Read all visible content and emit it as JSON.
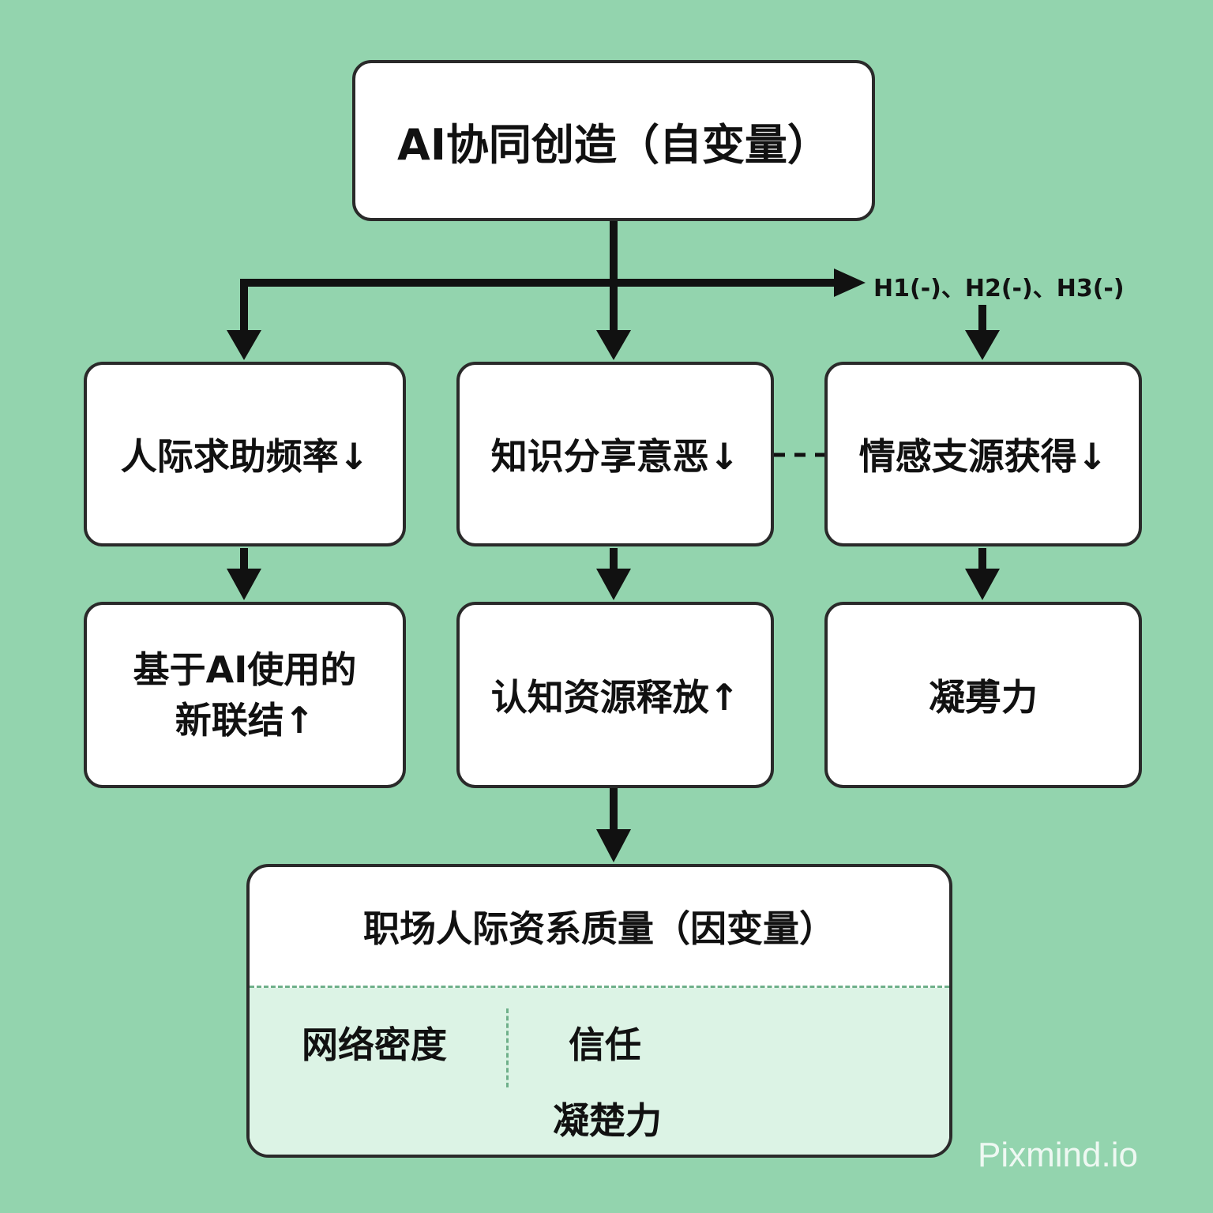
{
  "top": {
    "label": "AI协同创造（自变量）"
  },
  "hypotheses_label": "H1(-)、H2(-)、H3(-)",
  "mediators": [
    {
      "label": "人际求助频率↓"
    },
    {
      "label": "知识分享意恶↓"
    },
    {
      "label": "情感支源获得↓"
    }
  ],
  "outcomes": [
    {
      "line1": "基于AI使用的",
      "line2": "新联结↑"
    },
    {
      "label": "认知资源释放↑"
    },
    {
      "label": "凝旉力"
    }
  ],
  "result": {
    "title": "职场人际资系质量（因变量）",
    "dimensions": {
      "density": "网络密度",
      "trust": "信任",
      "cohesion": "凝楚力"
    }
  },
  "watermark": "Pixmind.io",
  "colors": {
    "background": "#93d4ae",
    "box_fill": "#ffffff",
    "border": "#2a2a2a",
    "result_lower_fill": "#dcf3e5",
    "dashed_line": "#6fb08a"
  }
}
